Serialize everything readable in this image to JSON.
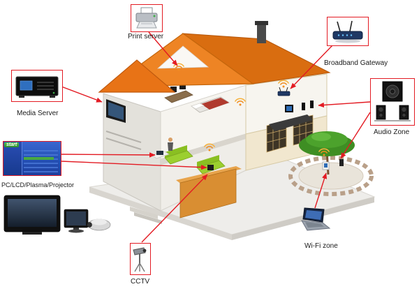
{
  "diagram": {
    "type": "home-network-topology",
    "callouts": {
      "print_server": {
        "label": "Print server",
        "icon": "printer-icon"
      },
      "broadband_gateway": {
        "label": "Broadband Gateway",
        "icon": "wireless-router-icon"
      },
      "media_server": {
        "label": "Media Server",
        "icon": "media-server-icon"
      },
      "pc_display": {
        "label": "PC/LCD/Plasma/Projector",
        "icon": "start-menu-screen-icon",
        "screen_text": "start"
      },
      "audio_zone": {
        "label": "Audio Zone",
        "icon": "speaker-system-icon"
      },
      "wifi_zone": {
        "label": "Wi-Fi zone",
        "icon": "laptop-icon"
      },
      "cctv": {
        "label": "CCTV",
        "icon": "cctv-camera-icon"
      }
    },
    "colors": {
      "callout_red": "#e31b23",
      "roof_orange": "#ee8424",
      "roof_orange_dark": "#d96d10",
      "wall_cream": "#f1e7cf",
      "sofa_green": "#9bcf2f",
      "tree_green": "#3e8e23",
      "wifi_orange": "#f08c1e",
      "counter_wood": "#d98e32"
    }
  }
}
